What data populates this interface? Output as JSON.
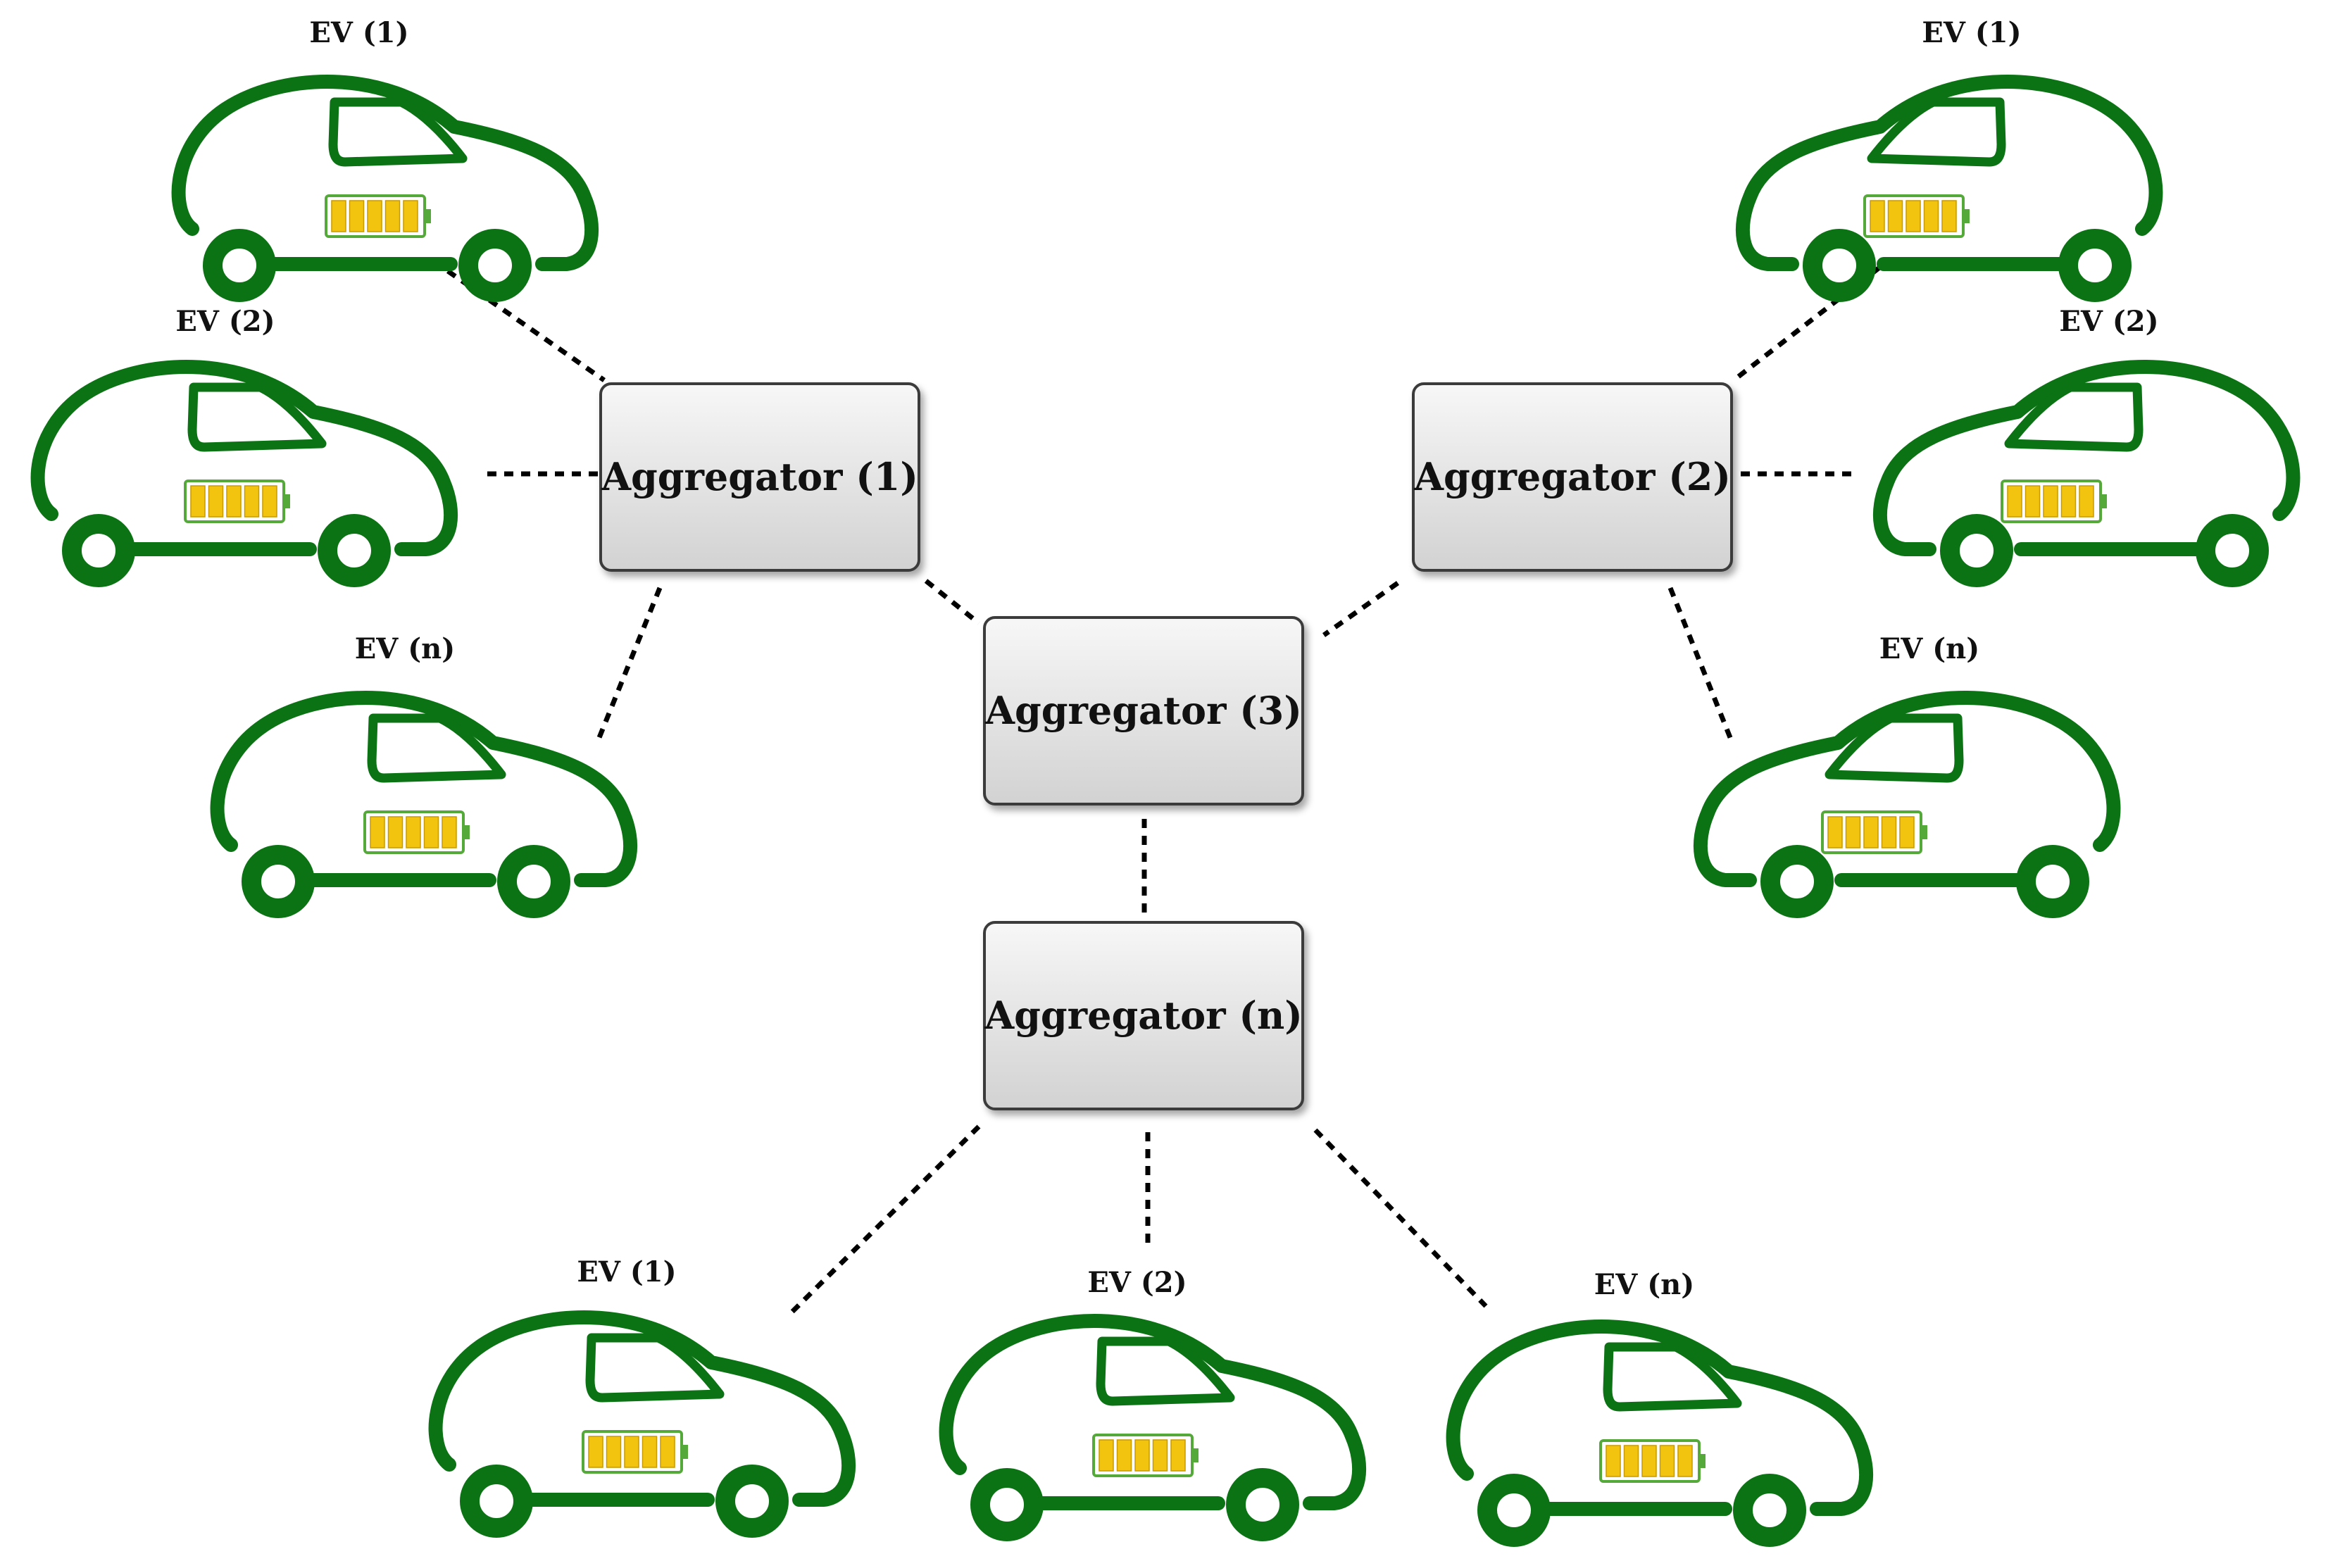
{
  "colors": {
    "car_green": "#0b7314",
    "battery_fill": "#f2c40f",
    "battery_frame": "#55a83a",
    "box_fill_top": "#f7f7f7",
    "box_fill_bottom": "#d2d2d2",
    "box_border": "#3a3a3a"
  },
  "aggregators": [
    {
      "id": "agg1",
      "label": "Aggregator (1)"
    },
    {
      "id": "agg2",
      "label": "Aggregator (2)"
    },
    {
      "id": "agg3",
      "label": "Aggregator (3)"
    },
    {
      "id": "aggn",
      "label": "Aggregator (n)"
    }
  ],
  "evs": [
    {
      "id": "ev-a1-1",
      "label": "EV (1)",
      "aggregator": "agg1"
    },
    {
      "id": "ev-a1-2",
      "label": "EV (2)",
      "aggregator": "agg1"
    },
    {
      "id": "ev-a1-n",
      "label": "EV (n)",
      "aggregator": "agg1"
    },
    {
      "id": "ev-a2-1",
      "label": "EV (1)",
      "aggregator": "agg2"
    },
    {
      "id": "ev-a2-2",
      "label": "EV (2)",
      "aggregator": "agg2"
    },
    {
      "id": "ev-a2-n",
      "label": "EV (n)",
      "aggregator": "agg2"
    },
    {
      "id": "ev-an-1",
      "label": "EV (1)",
      "aggregator": "aggn"
    },
    {
      "id": "ev-an-2",
      "label": "EV (2)",
      "aggregator": "aggn"
    },
    {
      "id": "ev-an-n",
      "label": "EV (n)",
      "aggregator": "aggn"
    }
  ],
  "links": [
    [
      "agg1",
      "agg3"
    ],
    [
      "agg2",
      "agg3"
    ],
    [
      "agg3",
      "aggn"
    ]
  ]
}
